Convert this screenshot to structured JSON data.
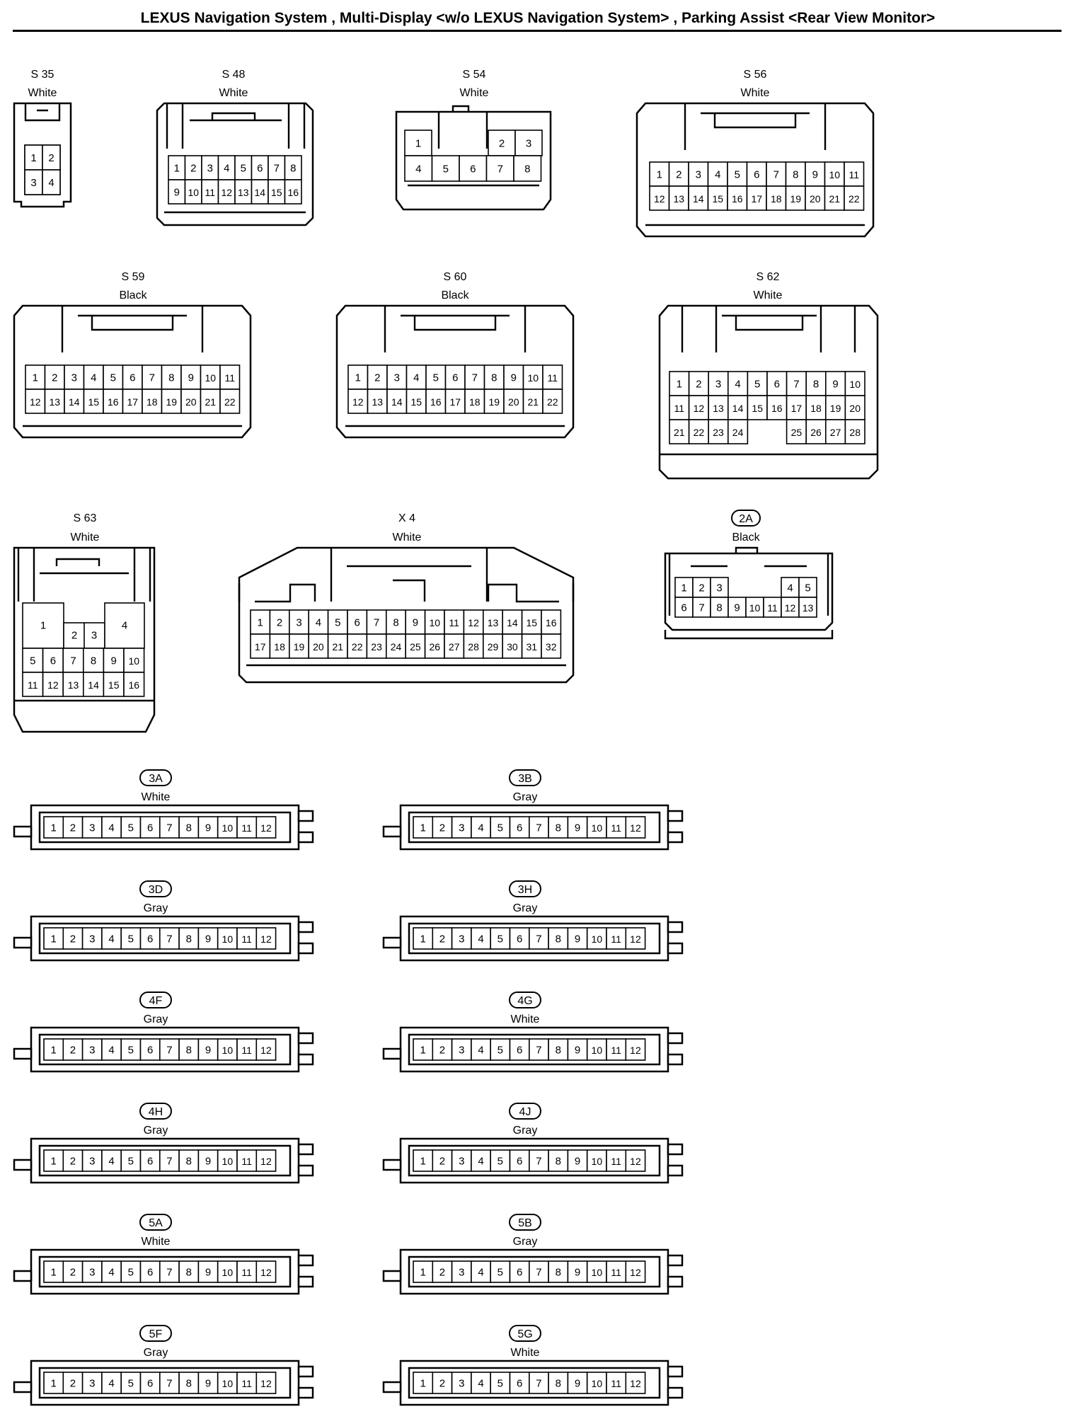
{
  "title": "LEXUS Navigation System , Multi-Display <w/o LEXUS Navigation System> , Parking Assist <Rear View Monitor>",
  "connectors": {
    "s35": {
      "id": "S 35",
      "color": "White"
    },
    "s48": {
      "id": "S 48",
      "color": "White"
    },
    "s54": {
      "id": "S 54",
      "color": "White"
    },
    "s56": {
      "id": "S 56",
      "color": "White"
    },
    "s59": {
      "id": "S 59",
      "color": "Black"
    },
    "s60": {
      "id": "S 60",
      "color": "Black"
    },
    "s62": {
      "id": "S 62",
      "color": "White"
    },
    "s63": {
      "id": "S 63",
      "color": "White"
    },
    "x4": {
      "id": "X 4",
      "color": "White"
    },
    "c2a": {
      "id": "2A",
      "color": "Black"
    },
    "c3a": {
      "id": "3A",
      "color": "White"
    },
    "c3b": {
      "id": "3B",
      "color": "Gray"
    },
    "c3d": {
      "id": "3D",
      "color": "Gray"
    },
    "c3h": {
      "id": "3H",
      "color": "Gray"
    },
    "c4f": {
      "id": "4F",
      "color": "Gray"
    },
    "c4g": {
      "id": "4G",
      "color": "White"
    },
    "c4h": {
      "id": "4H",
      "color": "Gray"
    },
    "c4j": {
      "id": "4J",
      "color": "Gray"
    },
    "c5a": {
      "id": "5A",
      "color": "White"
    },
    "c5b": {
      "id": "5B",
      "color": "Gray"
    },
    "c5f": {
      "id": "5F",
      "color": "Gray"
    },
    "c5g": {
      "id": "5G",
      "color": "White"
    }
  }
}
